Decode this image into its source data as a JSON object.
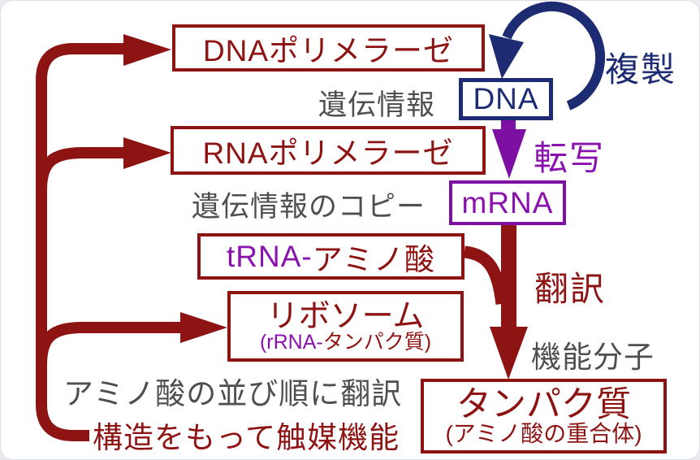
{
  "diagram": {
    "title_implied": "central-dogma-diagram",
    "boxes": {
      "dna_polymerase": {
        "label": "DNAポリメラーゼ"
      },
      "rna_polymerase": {
        "label": "RNAポリメラーゼ"
      },
      "dna": {
        "label": "DNA"
      },
      "mrna": {
        "label": "mRNA"
      },
      "trna": {
        "prefix": "tRNA-",
        "suffix": "アミノ酸"
      },
      "ribosome": {
        "title": "リボソーム",
        "sub_prefix": "(rRNA-",
        "sub_suffix": "タンパク質)"
      },
      "protein": {
        "title": "タンパク質",
        "sub": "(アミノ酸の重合体)"
      }
    },
    "labels": {
      "genetic_info": "遺伝情報",
      "replication": "複製",
      "transcription": "転写",
      "genetic_info_copy": "遺伝情報のコピー",
      "translation": "翻訳",
      "functional_molecule": "機能分子",
      "translated_in_amino_order": "アミノ酸の並び順に翻訳",
      "catalytic_by_structure": "構造をもって触媒機能"
    },
    "colors": {
      "dark_red": "#8e1313",
      "navy": "#1c2b72",
      "purple_text": "#8a12ae",
      "purple_arrow": "#7d0fa2",
      "gray_text": "#4f4f4f",
      "background": "#ffffff"
    }
  }
}
